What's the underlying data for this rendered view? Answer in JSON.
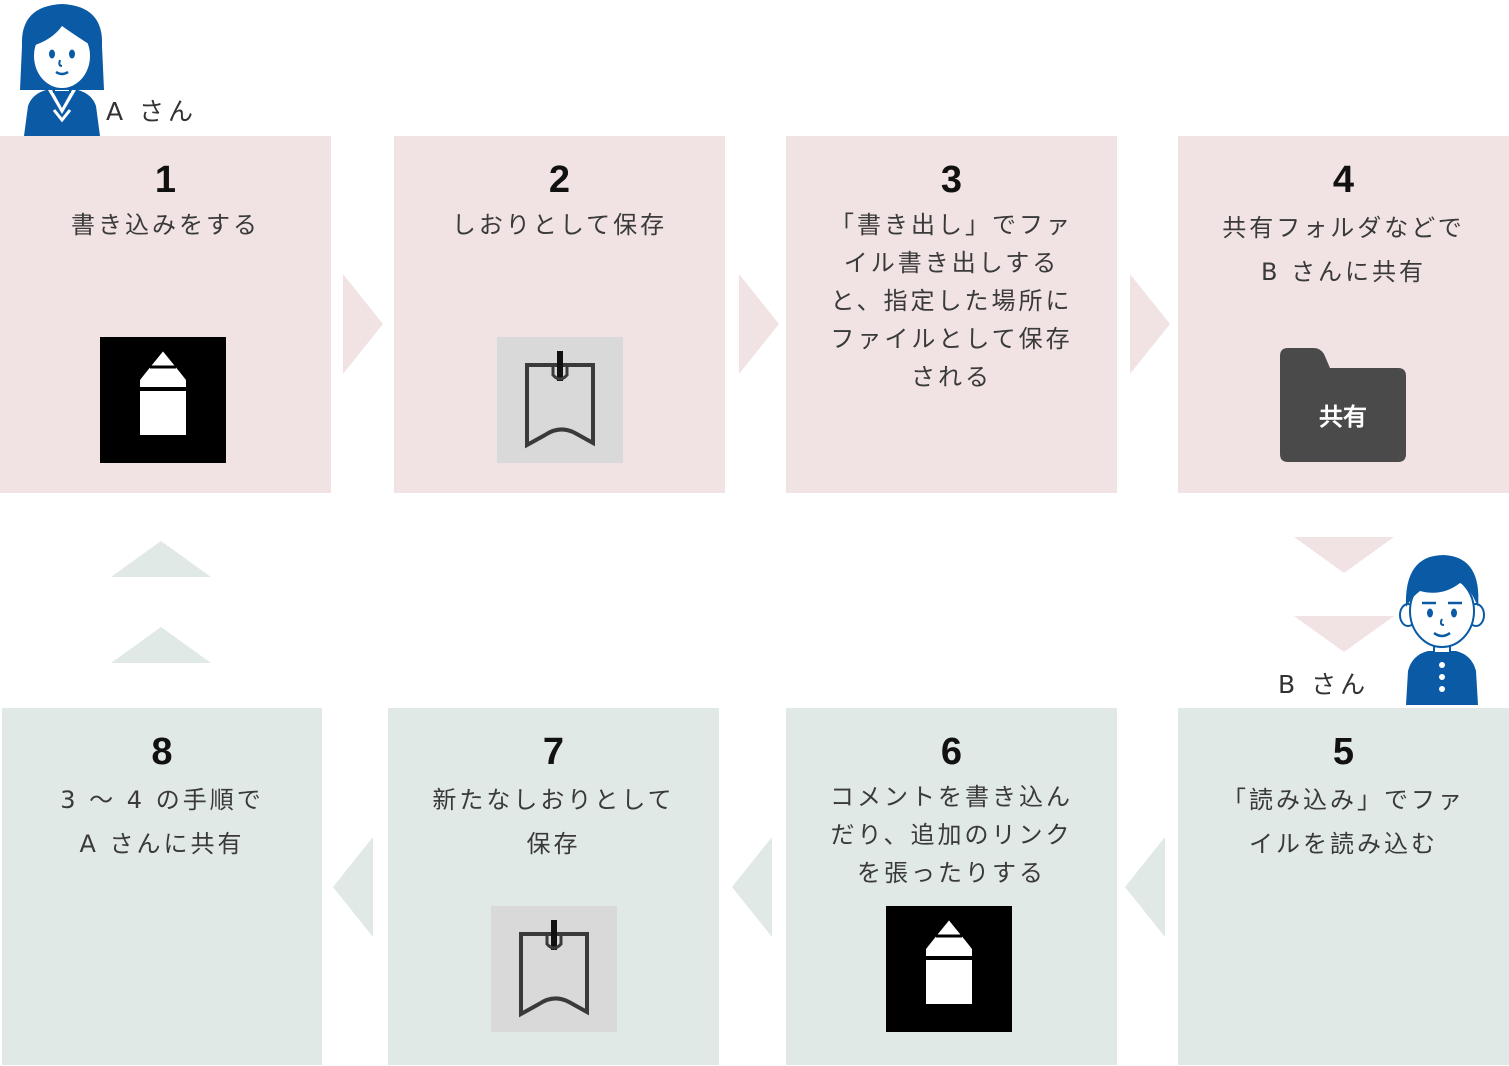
{
  "people": {
    "a_label": "A さん",
    "b_label": "B さん"
  },
  "steps": [
    {
      "num": "1",
      "text": "書き込みをする"
    },
    {
      "num": "2",
      "text": "しおりとして保存"
    },
    {
      "num": "3",
      "text": "「書き出し」でファ\nイル書き出しする\nと、指定した場所に\nファイルとして保存\nされる"
    },
    {
      "num": "4",
      "text": "共有フォルダなどで\nB さんに共有",
      "folder_label": "共有"
    },
    {
      "num": "5",
      "text": "「読み込み」でファ\nイルを読み込む"
    },
    {
      "num": "6",
      "text": "コメントを書き込ん\nだり、追加のリンク\nを張ったりする"
    },
    {
      "num": "7",
      "text": "新たなしおりとして\n保存"
    },
    {
      "num": "8",
      "text": "3 ～ 4 の手順で\nA さんに共有"
    }
  ],
  "colors": {
    "pink_panel": "#f1e3e4",
    "green_panel": "#e0e9e5",
    "person_blue": "#0a5aa5",
    "folder_gray": "#4a4a4a"
  },
  "icons": [
    "pencil-icon",
    "bookmark-icon",
    "shared-folder-icon",
    "girl-avatar-icon",
    "boy-avatar-icon",
    "arrow-right-icon",
    "arrow-down-icon",
    "arrow-up-icon",
    "arrow-left-icon"
  ]
}
